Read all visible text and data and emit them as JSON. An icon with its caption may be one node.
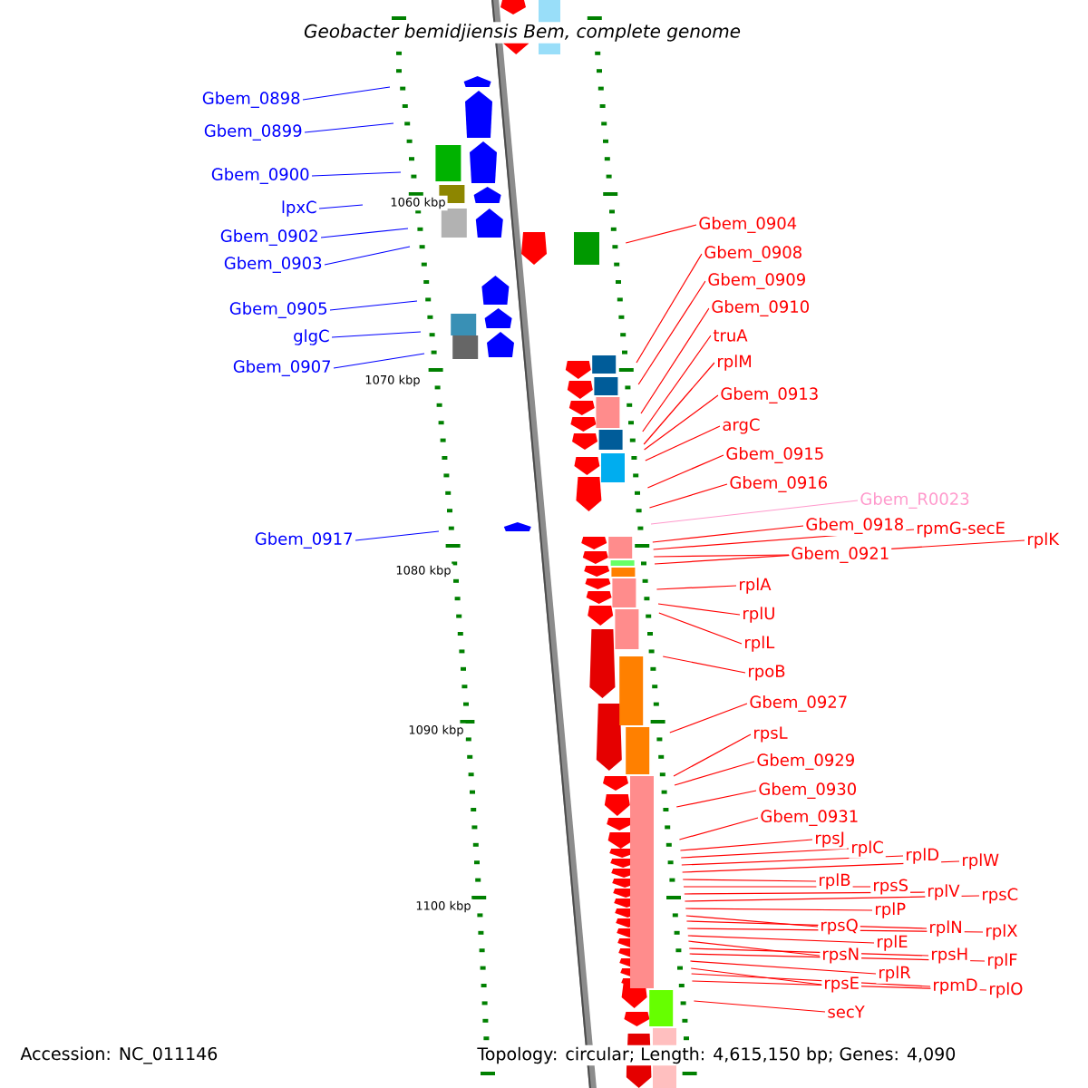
{
  "diagram": {
    "title": "*Geobacter bemidjiensis* Bem, complete genome",
    "nodes": [
      {
        "text": [
          "Gbem_0898"
        ]
      },
      {
        "text": [
          "Gbem_0899"
        ]
      },
      {
        "text": [
          "Gbem_0900"
        ]
      },
      {
        "text": [
          "lpxC"
        ]
      },
      {
        "text": [
          "Gbem_0902"
        ]
      },
      {
        "text": [
          "Gbem_0903"
        ]
      },
      {
        "text": [
          "Gbem_0905"
        ]
      },
      {
        "text": [
          "glgC"
        ]
      },
      {
        "text": [
          "Gbem_0907"
        ]
      },
      {
        "text": [
          "Gbem_0917"
        ]
      },
      {
        "text": [
          "Gbem_0904"
        ]
      },
      {
        "text": [
          "Gbem_0908"
        ]
      },
      {
        "text": [
          "Gbem_0909"
        ]
      },
      {
        "text": [
          "Gbem_0910"
        ]
      },
      {
        "text": [
          "truA"
        ]
      },
      {
        "text": [
          "rplM"
        ]
      },
      {
        "text": [
          "Gbem_0913"
        ]
      },
      {
        "text": [
          "argC"
        ]
      },
      {
        "text": [
          "Gbem_0915"
        ]
      },
      {
        "text": [
          "Gbem_0916"
        ]
      },
      {
        "text": [
          "Gbem_R0023"
        ]
      },
      {
        "text": [
          "Gbem_0918"
        ]
      },
      {
        "text": [
          "rpmG-secE"
        ]
      },
      {
        "text": [
          "rplK"
        ]
      },
      {
        "text": [
          "Gbem_0921"
        ]
      },
      {
        "text": [
          "rplA"
        ]
      },
      {
        "text": [
          "rplU"
        ]
      },
      {
        "text": [
          "rplL"
        ]
      },
      {
        "text": [
          "rpoB"
        ]
      },
      {
        "text": [
          "Gbem_0927"
        ]
      },
      {
        "text": [
          "rpsL"
        ]
      },
      {
        "text": [
          "Gbem_0929"
        ]
      },
      {
        "text": [
          "Gbem_0930"
        ]
      },
      {
        "text": [
          "Gbem_0931"
        ]
      },
      {
        "text": [
          "rpsJ"
        ]
      },
      {
        "text": [
          "rplC"
        ]
      },
      {
        "text": [
          "rplD"
        ]
      },
      {
        "text": [
          "rplW"
        ]
      },
      {
        "text": [
          "rplB"
        ]
      },
      {
        "text": [
          "rpsS"
        ]
      },
      {
        "text": [
          "rplV"
        ]
      },
      {
        "text": [
          "rpsC"
        ]
      },
      {
        "text": [
          "rplP"
        ]
      },
      {
        "text": [
          "rpsQ"
        ]
      },
      {
        "text": [
          "rplN"
        ]
      },
      {
        "text": [
          "rplX"
        ]
      },
      {
        "text": [
          "rplE"
        ]
      },
      {
        "text": [
          "rpsN"
        ]
      },
      {
        "text": [
          "rpsH"
        ]
      },
      {
        "text": [
          "rplF"
        ]
      },
      {
        "text": [
          "rplR"
        ]
      },
      {
        "text": [
          "rpsE"
        ]
      },
      {
        "text": [
          "rpmD"
        ]
      },
      {
        "text": [
          "rplO"
        ]
      },
      {
        "text": [
          "secY"
        ]
      }
    ],
    "edges": [
      {
        "from": 0,
        "to": null,
        "arrow": "none",
        "color": "#0000ff"
      },
      {
        "from": 1,
        "to": null,
        "arrow": "none",
        "color": "#0000ff"
      },
      {
        "from": 2,
        "to": null,
        "arrow": "none",
        "color": "#0000ff"
      },
      {
        "from": 3,
        "to": null,
        "arrow": "none",
        "color": "#0000ff"
      },
      {
        "from": 4,
        "to": null,
        "arrow": "none",
        "color": "#0000ff"
      },
      {
        "from": 5,
        "to": null,
        "arrow": "none",
        "color": "#0000ff"
      },
      {
        "from": 6,
        "to": null,
        "arrow": "none",
        "color": "#0000ff"
      },
      {
        "from": 7,
        "to": null,
        "arrow": "none",
        "color": "#0000ff"
      },
      {
        "from": 8,
        "to": null,
        "arrow": "none",
        "color": "#0000ff"
      },
      {
        "from": 9,
        "to": null,
        "arrow": "none",
        "color": "#0000ff"
      },
      {
        "from": 10,
        "to": null,
        "arrow": "none"
      },
      {
        "from": 11,
        "to": null,
        "arrow": "none"
      },
      {
        "from": 12,
        "to": null,
        "arrow": "none"
      },
      {
        "from": 13,
        "to": null,
        "arrow": "none"
      },
      {
        "from": 14,
        "to": null,
        "arrow": "none"
      },
      {
        "from": 15,
        "to": null,
        "arrow": "none"
      },
      {
        "from": 16,
        "to": null,
        "arrow": "none"
      },
      {
        "from": 17,
        "to": null,
        "arrow": "none"
      },
      {
        "from": 18,
        "to": null,
        "arrow": "none"
      },
      {
        "from": 19,
        "to": null,
        "arrow": "none"
      },
      {
        "from": 20,
        "to": null,
        "arrow": "none",
        "color": "#ff99cc"
      },
      {
        "from": 21,
        "to": null,
        "arrow": "none"
      },
      {
        "from": 22,
        "to": null,
        "arrow": "none"
      },
      {
        "from": 23,
        "to": null,
        "arrow": "none"
      },
      {
        "from": 24,
        "to": null,
        "arrow": "none"
      },
      {
        "from": 25,
        "to": null,
        "arrow": "none"
      },
      {
        "from": 26,
        "to": null,
        "arrow": "none"
      },
      {
        "from": 27,
        "to": null,
        "arrow": "none"
      },
      {
        "from": 28,
        "to": null,
        "arrow": "none"
      },
      {
        "from": 29,
        "to": null,
        "arrow": "none"
      },
      {
        "from": 30,
        "to": null,
        "arrow": "none"
      },
      {
        "from": 31,
        "to": null,
        "arrow": "none"
      },
      {
        "from": 32,
        "to": null,
        "arrow": "none"
      },
      {
        "from": 33,
        "to": null,
        "arrow": "none"
      },
      {
        "from": 34,
        "to": null,
        "arrow": "none"
      },
      {
        "from": 35,
        "to": null,
        "arrow": "none"
      },
      {
        "from": 36,
        "to": null,
        "arrow": "none"
      },
      {
        "from": 37,
        "to": null,
        "arrow": "none"
      },
      {
        "from": 38,
        "to": null,
        "arrow": "none"
      },
      {
        "from": 39,
        "to": null,
        "arrow": "none"
      },
      {
        "from": 40,
        "to": null,
        "arrow": "none"
      },
      {
        "from": 41,
        "to": null,
        "arrow": "none"
      },
      {
        "from": 42,
        "to": null,
        "arrow": "none"
      },
      {
        "from": 43,
        "to": null,
        "arrow": "none"
      },
      {
        "from": 44,
        "to": null,
        "arrow": "none"
      },
      {
        "from": 45,
        "to": null,
        "arrow": "none"
      },
      {
        "from": 46,
        "to": null,
        "arrow": "none"
      },
      {
        "from": 47,
        "to": null,
        "arrow": "none"
      },
      {
        "from": 48,
        "to": null,
        "arrow": "none"
      },
      {
        "from": 49,
        "to": null,
        "arrow": "none"
      },
      {
        "from": 50,
        "to": null,
        "arrow": "none"
      },
      {
        "from": 51,
        "to": null,
        "arrow": "none"
      },
      {
        "from": 52,
        "to": null,
        "arrow": "none"
      },
      {
        "from": 53,
        "to": null,
        "arrow": "none"
      },
      {
        "from": 54,
        "to": null,
        "arrow": "none"
      }
    ],
    "labels": [
      "1060 kbp",
      "1070 kbp",
      "1080 kbp",
      "1090 kbp",
      "1100 kbp",
      "Accession: NC_011146",
      "Topology: circular; Length: 4,615,150 bp; Genes: 4,090"
    ]
  }
}
